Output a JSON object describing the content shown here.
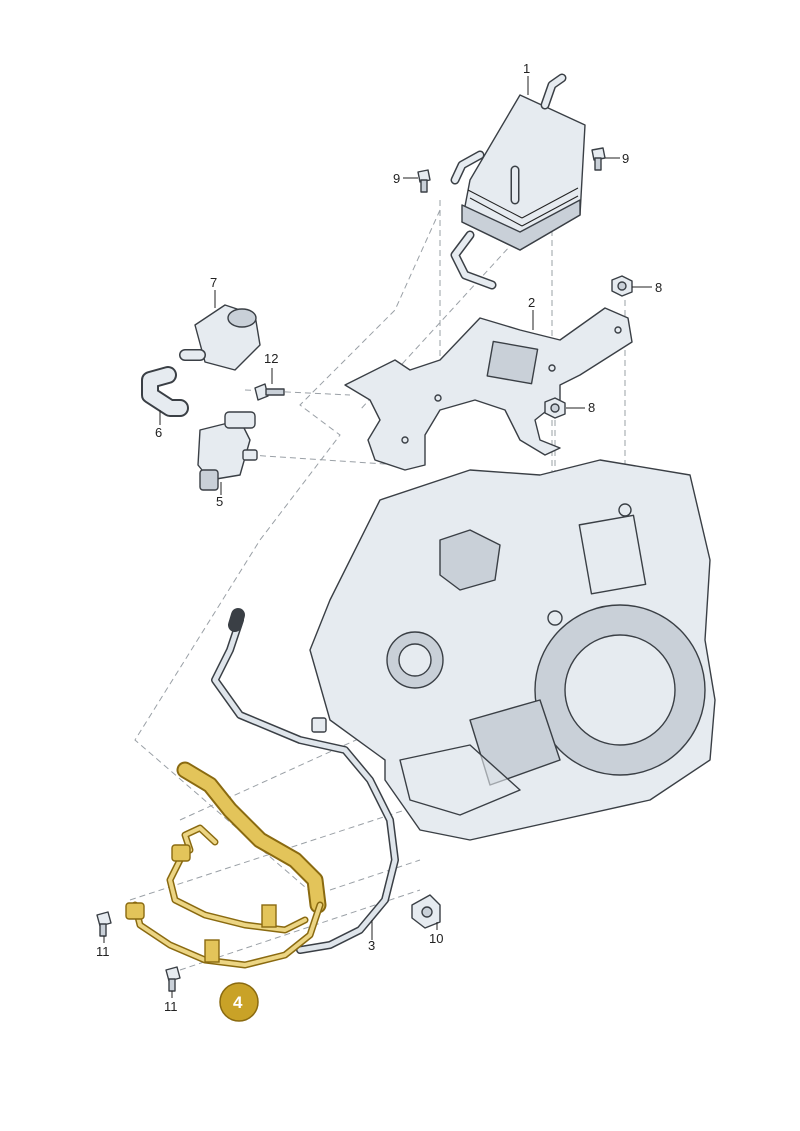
{
  "diagram": {
    "highlight_color": "#c9a227",
    "line_color": "#3a3f45",
    "part_fill": "#e6ebf0",
    "callouts": [
      {
        "id": "c1",
        "label": "1"
      },
      {
        "id": "c2",
        "label": "2"
      },
      {
        "id": "c3",
        "label": "3"
      },
      {
        "id": "c5",
        "label": "5"
      },
      {
        "id": "c6",
        "label": "6"
      },
      {
        "id": "c7",
        "label": "7"
      },
      {
        "id": "c8a",
        "label": "8"
      },
      {
        "id": "c8b",
        "label": "8"
      },
      {
        "id": "c9a",
        "label": "9"
      },
      {
        "id": "c9b",
        "label": "9"
      },
      {
        "id": "c10",
        "label": "10"
      },
      {
        "id": "c11a",
        "label": "11"
      },
      {
        "id": "c11b",
        "label": "11"
      },
      {
        "id": "c12",
        "label": "12"
      }
    ],
    "highlight_badge": {
      "label": "4"
    }
  }
}
